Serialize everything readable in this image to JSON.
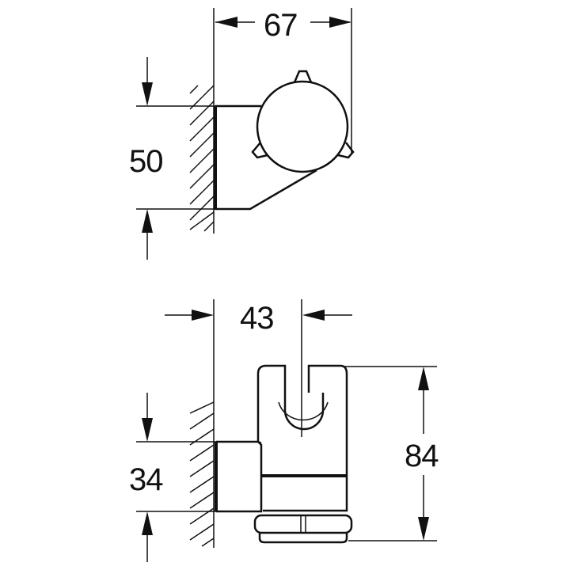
{
  "drawing": {
    "type": "technical dimension drawing",
    "subject": "wall-mounted shower handset holder",
    "line_color": "#111111",
    "background": "#ffffff",
    "views": [
      {
        "name": "side-view",
        "dimensions": {
          "projection_width": "67",
          "mounting_height": "50"
        }
      },
      {
        "name": "front-view",
        "dimensions": {
          "wall_to_center": "43",
          "base_height": "34",
          "overall_height": "84"
        }
      }
    ]
  },
  "labels": {
    "dim_67": "67",
    "dim_50": "50",
    "dim_43": "43",
    "dim_34": "34",
    "dim_84": "84"
  }
}
